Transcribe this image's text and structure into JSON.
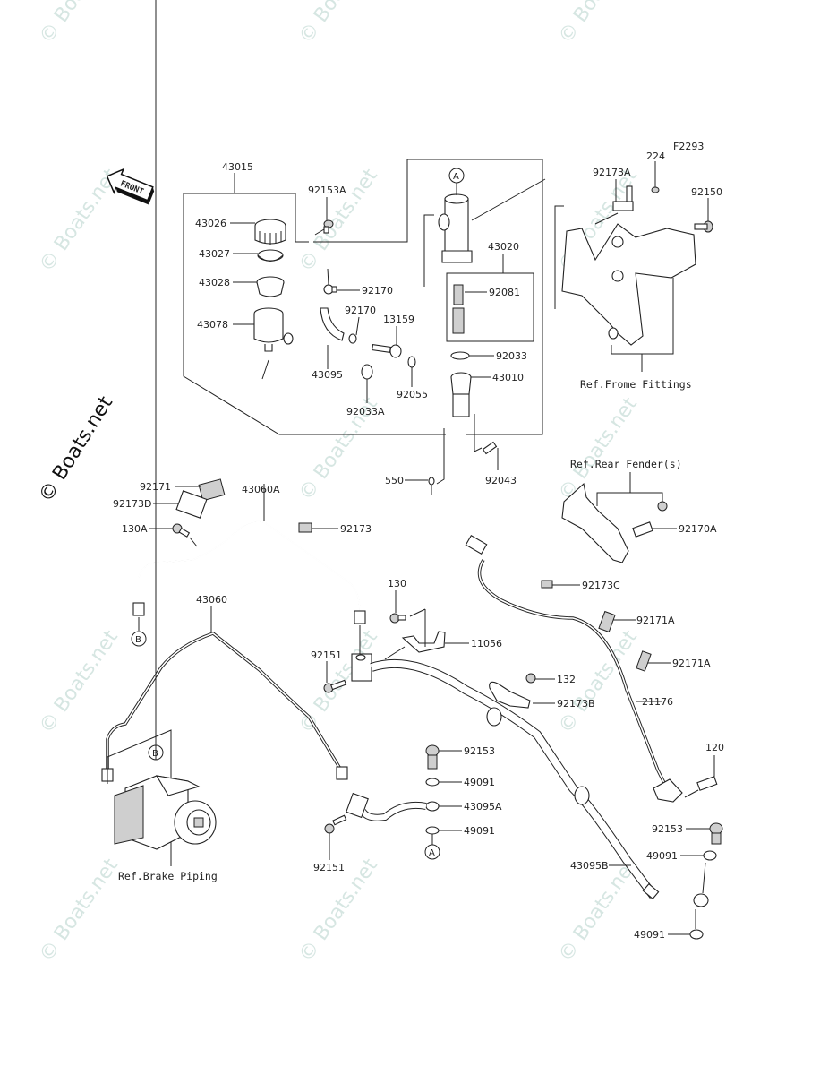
{
  "diagram": {
    "figure_code": "F2293",
    "front_arrow_label": "FRONT",
    "watermark": "© Boats.net",
    "side_watermark": "© Boats.net",
    "references": {
      "frame_fittings": "Ref.Frome Fittings",
      "rear_fenders": "Ref.Rear Fender(s)",
      "brake_piping": "Ref.Brake Piping"
    },
    "markers": {
      "a": "A",
      "b": "B"
    },
    "parts": {
      "p43015": "43015",
      "p43026": "43026",
      "p43027": "43027",
      "p43028": "43028",
      "p43078": "43078",
      "p92153A": "92153A",
      "p92170_1": "92170",
      "p92170_2": "92170",
      "p13159": "13159",
      "p43095": "43095",
      "p92055": "92055",
      "p92033A": "92033A",
      "p43020": "43020",
      "p92081": "92081",
      "p92033": "92033",
      "p43010": "43010",
      "p550": "550",
      "p92043": "92043",
      "p92173A": "92173A",
      "p224": "224",
      "p92150": "92150",
      "p92171": "92171",
      "p92173D": "92173D",
      "p130A": "130A",
      "p43060A": "43060A",
      "p92173": "92173",
      "p43060": "43060",
      "p130": "130",
      "p11056": "11056",
      "p92151_1": "92151",
      "p92151_2": "92151",
      "p132": "132",
      "p92173B": "92173B",
      "p21176": "21176",
      "p92170A": "92170A",
      "p92173C": "92173C",
      "p92171A_1": "92171A",
      "p92171A_2": "92171A",
      "p92153_1": "92153",
      "p49091_1": "49091",
      "p43095A": "43095A",
      "p49091_2": "49091",
      "p120": "120",
      "p92153_2": "92153",
      "p49091_3": "49091",
      "p43095B": "43095B",
      "p49091_4": "49091"
    }
  }
}
